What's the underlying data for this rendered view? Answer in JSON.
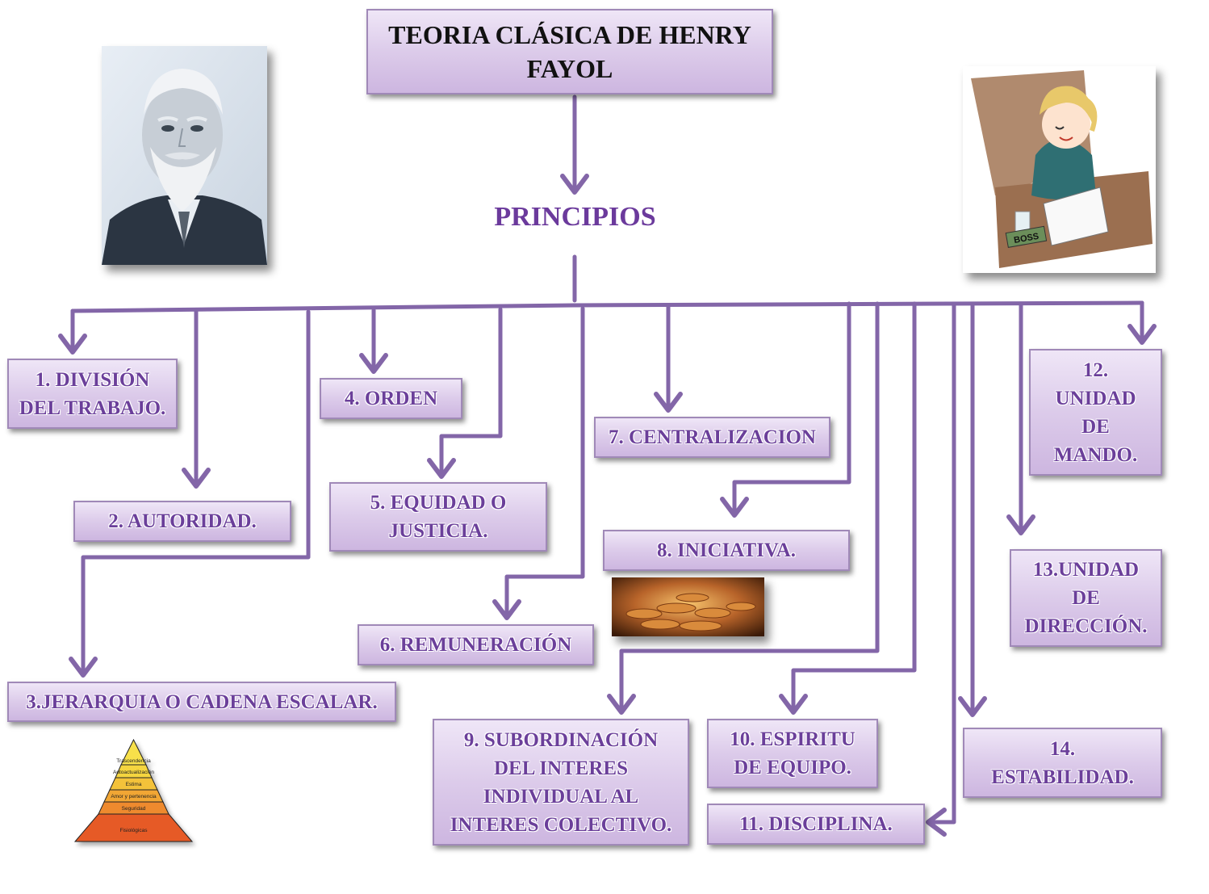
{
  "title": "TEORIA CLÁSICA DE HENRY\nFAYOL",
  "heading": "PRINCIPIOS",
  "principles": [
    "1. DIVISIÓN\nDEL TRABAJO.",
    "2. AUTORIDAD.",
    "3.JERARQUIA O CADENA  ESCALAR.",
    "4. ORDEN",
    "5. EQUIDAD O\nJUSTICIA.",
    "6. REMUNERACIÓN",
    "7. CENTRALIZACION",
    "8.  INICIATIVA.",
    "9. SUBORDINACIÓN\nDEL INTERES\nINDIVIDUAL AL\nINTERES COLECTIVO.",
    "10. ESPIRITU\nDE EQUIPO.",
    "11. DISCIPLINA.",
    "12.\nUNIDAD\nDE\nMANDO.",
    "13.UNIDAD\nDE\nDIRECCIÓN.",
    "14.\nESTABILIDAD."
  ],
  "pyramid_levels": [
    "Trascendencia",
    "Autoactualización",
    "Estima",
    "Amor y pertenencia",
    "Seguridad",
    "Fisiológicas"
  ],
  "clipart_label": "BOSS",
  "colors": {
    "connector": "#8366a8",
    "box_border": "#a089b8",
    "text": "#6b3f9a"
  }
}
